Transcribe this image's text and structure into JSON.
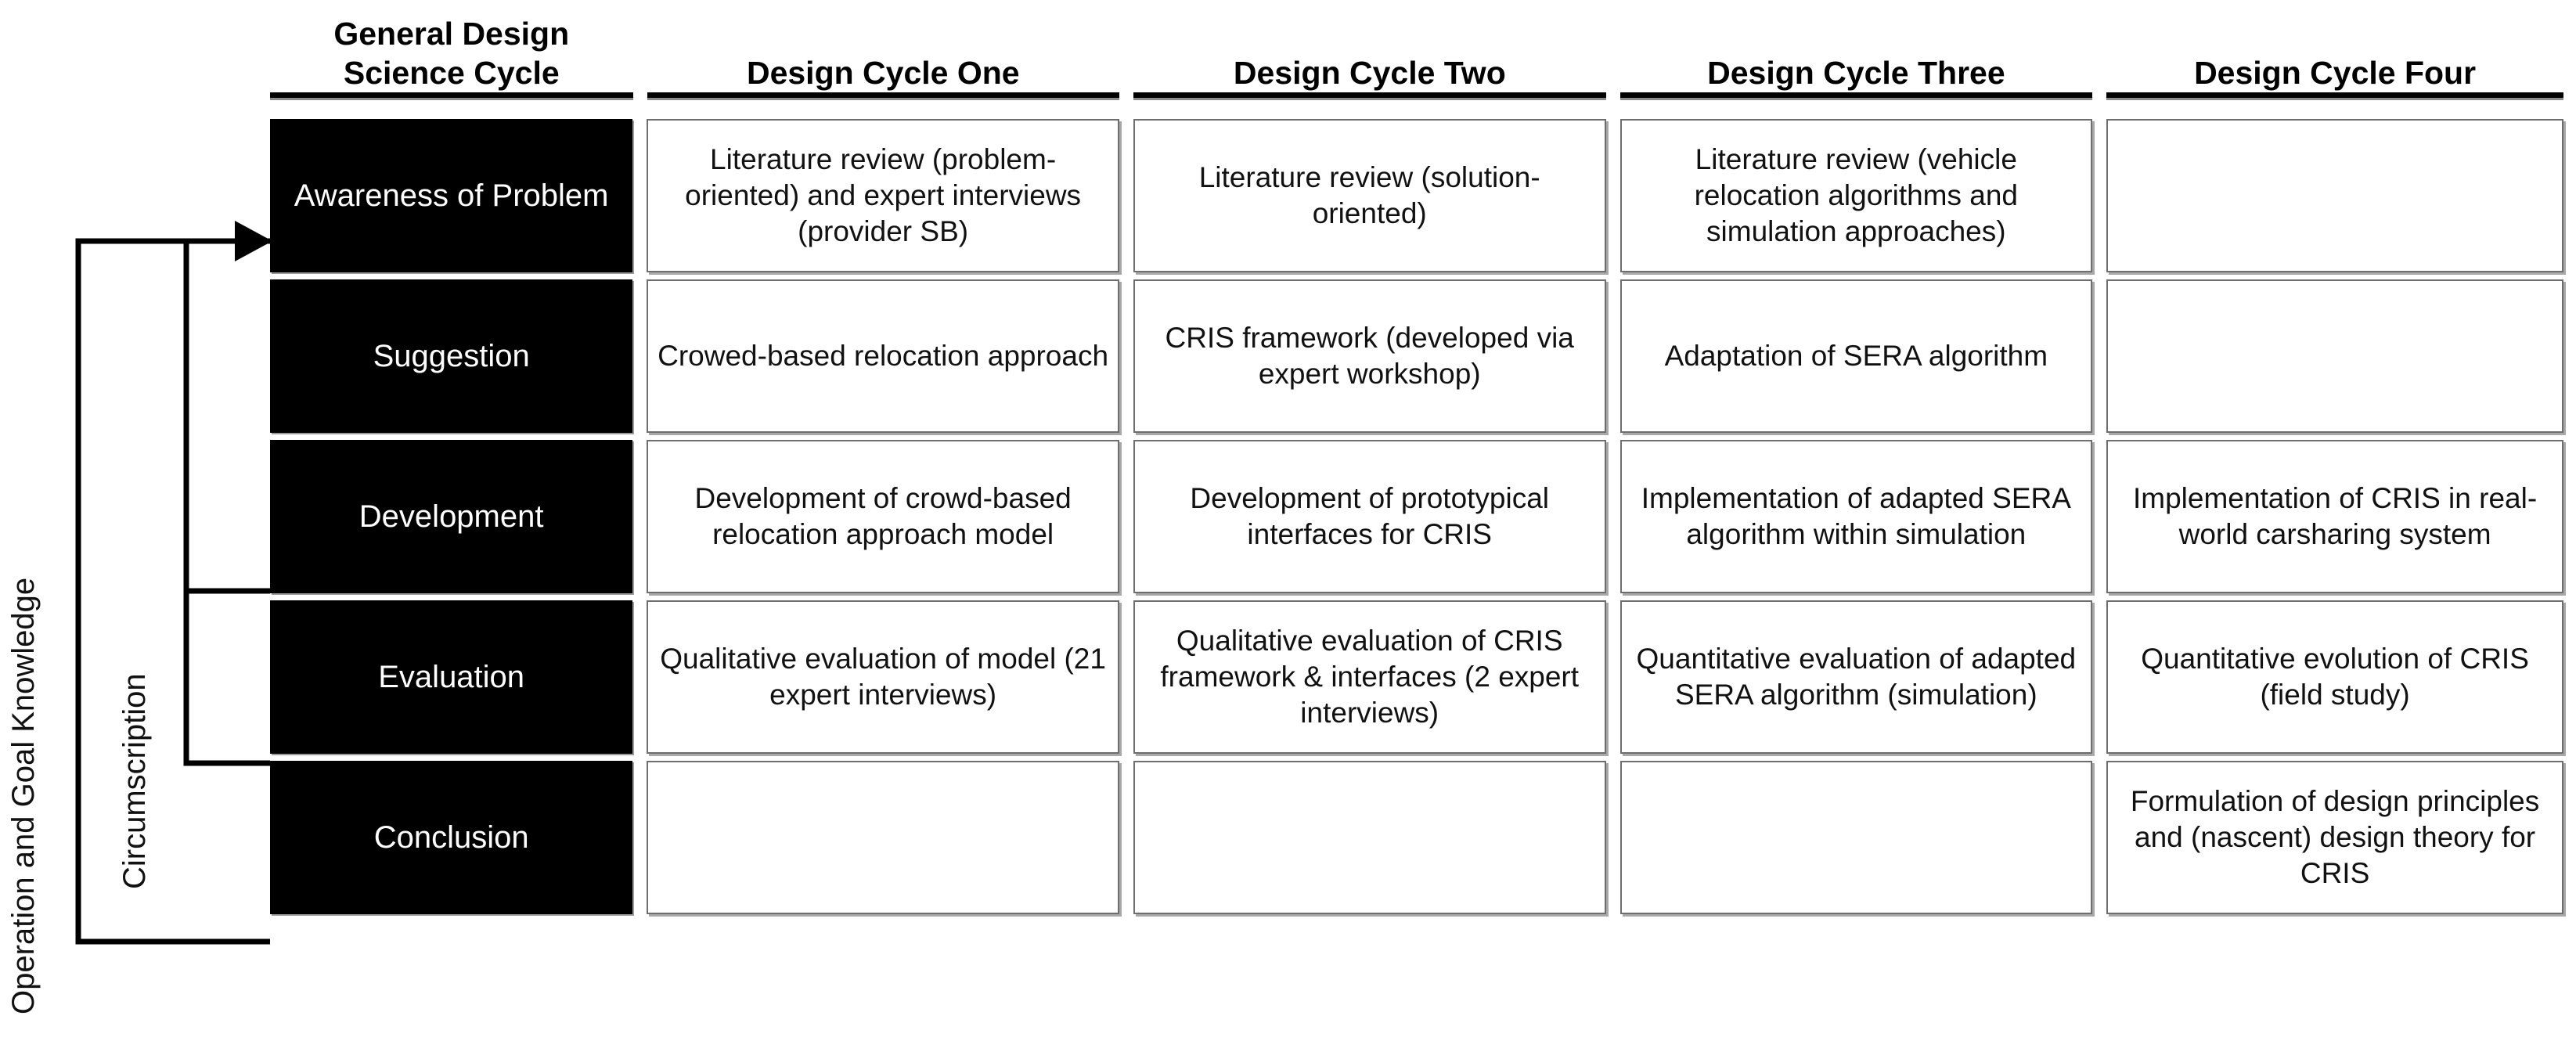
{
  "axis_labels": {
    "outer": "Operation and Goal Knowledge",
    "inner": "Circumscription"
  },
  "columns": [
    "General Design Science Cycle",
    "Design Cycle One",
    "Design Cycle Two",
    "Design Cycle Three",
    "Design Cycle Four"
  ],
  "stages": [
    "Awareness of Problem",
    "Suggestion",
    "Development",
    "Evaluation",
    "Conclusion"
  ],
  "rows": [
    {
      "stage": "Awareness of Problem",
      "cells": [
        "Literature review (problem-oriented) and expert interviews (provider SB)",
        "Literature review (solution-oriented)",
        "Literature review (vehicle relocation algorithms and simulation approaches)",
        ""
      ]
    },
    {
      "stage": "Suggestion",
      "cells": [
        "Crowed-based relocation approach",
        "CRIS framework (developed via expert workshop)",
        "Adaptation of SERA algorithm",
        ""
      ]
    },
    {
      "stage": "Development",
      "cells": [
        "Development of crowd-based relocation approach model",
        "Development of prototypical interfaces for CRIS",
        "Implementation of adapted SERA algorithm within simulation",
        "Implementation of CRIS in real-world carsharing system"
      ]
    },
    {
      "stage": "Evaluation",
      "cells": [
        "Qualitative evaluation of model (21 expert interviews)",
        "Qualitative evaluation of CRIS framework & interfaces (2 expert interviews)",
        "Quantitative evaluation of adapted SERA algorithm (simulation)",
        "Quantitative evolution of CRIS (field study)"
      ]
    },
    {
      "stage": "Conclusion",
      "cells": [
        "",
        "",
        "",
        "Formulation of design principles and (nascent) design theory for CRIS"
      ]
    }
  ],
  "colors": {
    "stage_fill": "#000000",
    "stage_text": "#ffffff",
    "cell_border": "#6e6e6e",
    "cell_fill": "#ffffff",
    "rule": "#000000"
  }
}
